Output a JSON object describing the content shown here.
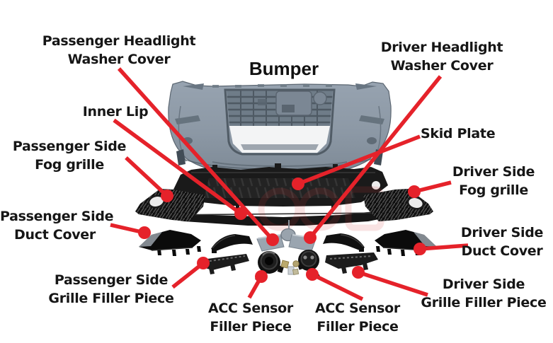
{
  "title": "Bumper",
  "colors": {
    "background": "#ffffff",
    "callout_red": "#e5222a",
    "label_text": "#161616",
    "bumper_gray": "#8d99a6",
    "part_black": "#141414",
    "washer_cover_gray": "#9aa5b0"
  },
  "labels": [
    {
      "id": "passenger-headlight-washer-cover",
      "line1": "Passenger Headlight",
      "line2": "Washer Cover"
    },
    {
      "id": "driver-headlight-washer-cover",
      "line1": "Driver Headlight",
      "line2": "Washer Cover"
    },
    {
      "id": "inner-lip",
      "line1": "Inner Lip",
      "line2": ""
    },
    {
      "id": "skid-plate",
      "line1": "Skid Plate",
      "line2": ""
    },
    {
      "id": "passenger-side-fog-grille",
      "line1": "Passenger Side",
      "line2": "Fog grille"
    },
    {
      "id": "driver-side-fog-grille",
      "line1": "Driver Side",
      "line2": "Fog grille"
    },
    {
      "id": "passenger-side-duct-cover",
      "line1": "Passenger Side",
      "line2": "Duct Cover"
    },
    {
      "id": "driver-side-duct-cover",
      "line1": "Driver Side",
      "line2": "Duct Cover"
    },
    {
      "id": "passenger-side-grille-filler",
      "line1": "Passenger Side",
      "line2": "Grille Filler Piece"
    },
    {
      "id": "driver-side-grille-filler",
      "line1": "Driver Side",
      "line2": "Grille Filler Piece"
    },
    {
      "id": "acc-sensor-filler-left",
      "line1": "ACC Sensor",
      "line2": "Filler Piece"
    },
    {
      "id": "acc-sensor-filler-right",
      "line1": "ACC Sensor",
      "line2": "Filler Piece"
    }
  ]
}
